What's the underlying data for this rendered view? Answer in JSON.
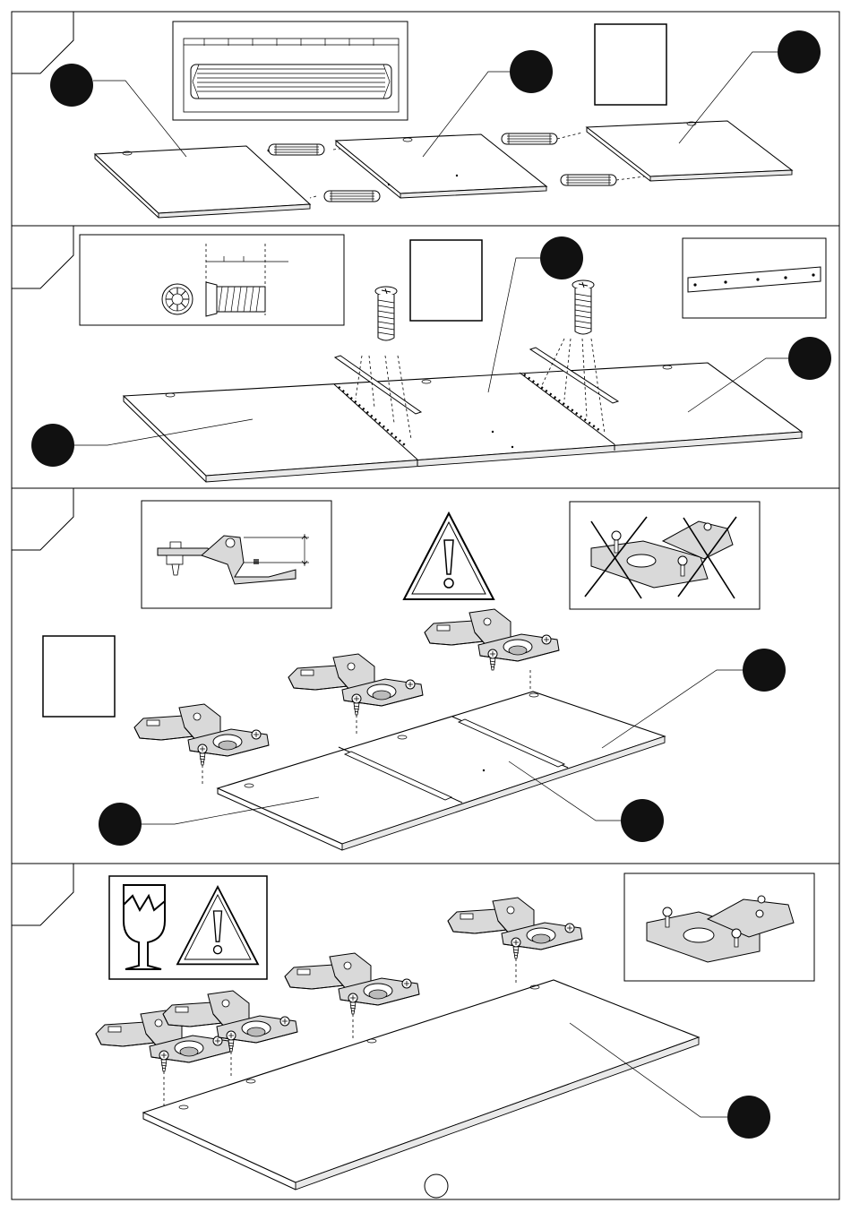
{
  "document": {
    "type": "assembly-instruction-sheet",
    "colors": {
      "ink": "#000000",
      "paper": "#ffffff",
      "callout_fill": "#111111"
    }
  },
  "steps": [
    {
      "id": "step-1",
      "parts": [
        "wooden-dowel",
        "panel-left",
        "panel-middle",
        "panel-right"
      ],
      "icons": [
        "dowel-detail-icon"
      ]
    },
    {
      "id": "step-2",
      "parts": [
        "connector-screw",
        "metal-plate",
        "joined-panels"
      ],
      "icons": [
        "screw-detail-icon",
        "plate-detail-icon"
      ]
    },
    {
      "id": "step-3",
      "parts": [
        "hinge",
        "joined-panels"
      ],
      "icons": [
        "hinge-side-detail-icon",
        "warning-triangle-icon",
        "wrong-orientation-icon"
      ]
    },
    {
      "id": "step-4",
      "parts": [
        "hinge",
        "door-panel"
      ],
      "icons": [
        "fragile-glass-icon",
        "warning-triangle-icon",
        "hinge-top-detail-icon"
      ]
    }
  ],
  "footer": {
    "page_number_marker": ""
  }
}
